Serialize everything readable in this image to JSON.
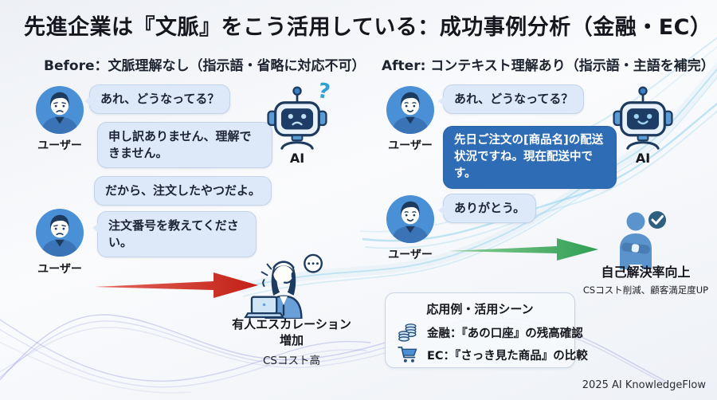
{
  "title": "先進企業は『文脈』をこう活用している：成功事例分析（金融・EC）",
  "before": {
    "heading": "Before：文脈理解なし（指示語・省略に対応不可）",
    "user_label": "ユーザー",
    "ai_label": "AI",
    "ai_question_mark": "?",
    "messages": [
      "あれ、どうなってる？",
      "申し訳ありません、理解できません。",
      "だから、注文したやつだよ。",
      "注文番号を教えてください。"
    ],
    "outcome_line1": "有人エスカレーション",
    "outcome_line2": "増加",
    "outcome_sub": "CSコスト高"
  },
  "after": {
    "heading": "After: コンテキスト理解あり（指示語・主語を補完）",
    "user_label": "ユーザー",
    "ai_label": "AI",
    "messages": [
      "あれ、どうなってる？",
      "先日ご注文の[商品名]の配送状況ですね。現在配送中です。",
      "ありがとう。"
    ],
    "outcome_title": "自己解決率向上",
    "outcome_sub": "CSコスト削減、顧客満足度UP"
  },
  "applications": {
    "title": "応用例・活用シーン",
    "finance": "金融：『あの口座』の残高確認",
    "ec": "EC：『さっき見た商品』の比較"
  },
  "footer": "2025 AI KnowledgeFlow",
  "colors": {
    "user_bubble": "#dde9f8",
    "ai_bubble": "#2e6cb5",
    "red_arrow": "#c92118",
    "green_arrow": "#2f9e53",
    "avatar_bg": "#4a90d6",
    "robot_navy": "#1d3a5f"
  }
}
